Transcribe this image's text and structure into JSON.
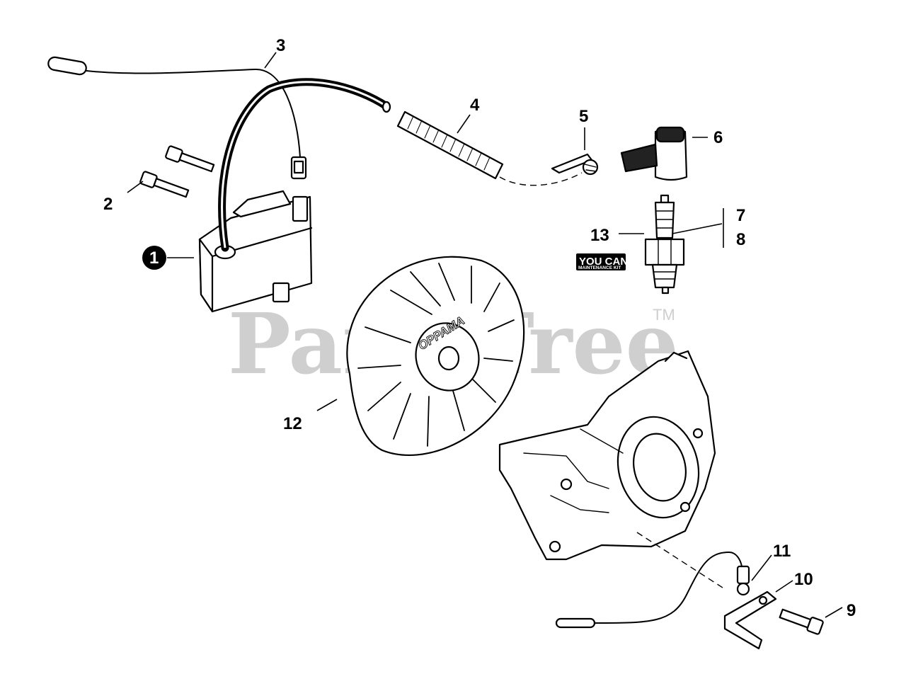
{
  "watermark": {
    "text": "PartsTree",
    "trademark": "TM"
  },
  "flywheel_brand": "OPPAMA",
  "maintenance_kit": {
    "top": "YOU CAN",
    "bottom": "MAINTENANCE KIT"
  },
  "callouts": {
    "c1": "1",
    "c2": "2",
    "c3": "3",
    "c4": "4",
    "c5": "5",
    "c6": "6",
    "c7": "7",
    "c8": "8",
    "c9": "9",
    "c10": "10",
    "c11": "11",
    "c12": "12",
    "c13": "13"
  }
}
